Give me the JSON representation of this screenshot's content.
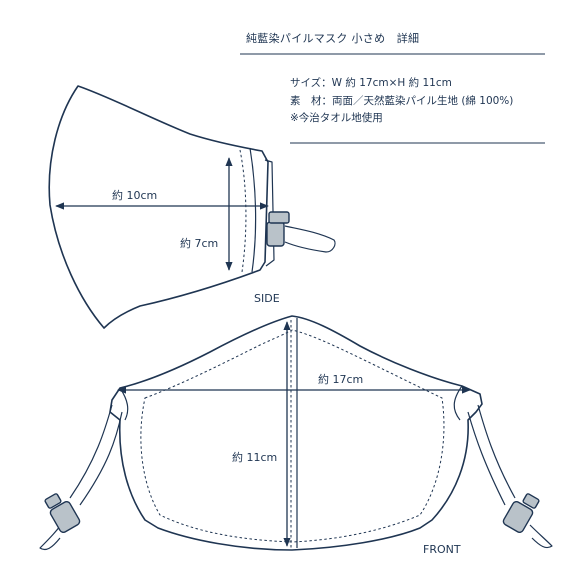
{
  "title": "純藍染パイルマスク 小さめ　詳細",
  "specs": [
    "サイズ：W 約 17cm×H 約 11cm",
    "素　材：両面／天然藍染パイル生地 (綿 100%)",
    "※今治タオル地使用"
  ],
  "side": {
    "label": "SIDE",
    "width_dim": "約 10cm",
    "height_dim": "約 7cm"
  },
  "front": {
    "label": "FRONT",
    "width_dim": "約 17cm",
    "height_dim": "約 11cm"
  },
  "colors": {
    "line": "#1f3552",
    "stopper": "#b9c2c9"
  }
}
